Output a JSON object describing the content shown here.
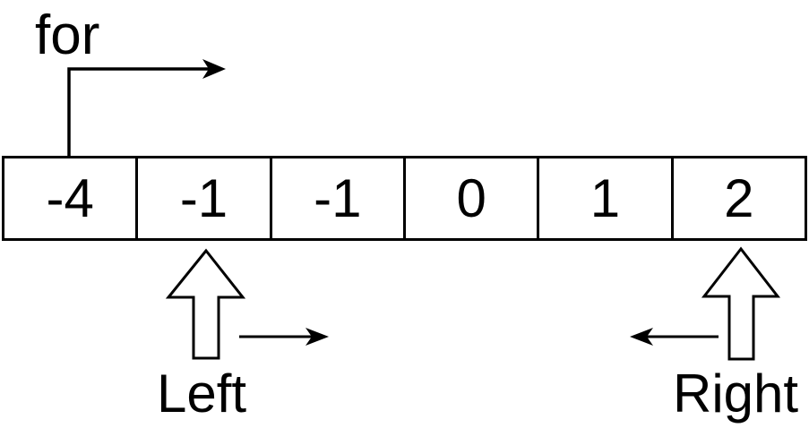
{
  "diagram": {
    "background_color": "#ffffff",
    "line_color": "#000000",
    "for_label": "for",
    "array": {
      "cells": [
        "-4",
        "-1",
        "-1",
        "0",
        "1",
        "2"
      ]
    },
    "pointers": {
      "left": {
        "label": "Left",
        "points_to_index": 1,
        "points_to_value": "-1",
        "move_direction": "right"
      },
      "right": {
        "label": "Right",
        "points_to_index": 5,
        "points_to_value": "2",
        "move_direction": "left"
      }
    }
  }
}
